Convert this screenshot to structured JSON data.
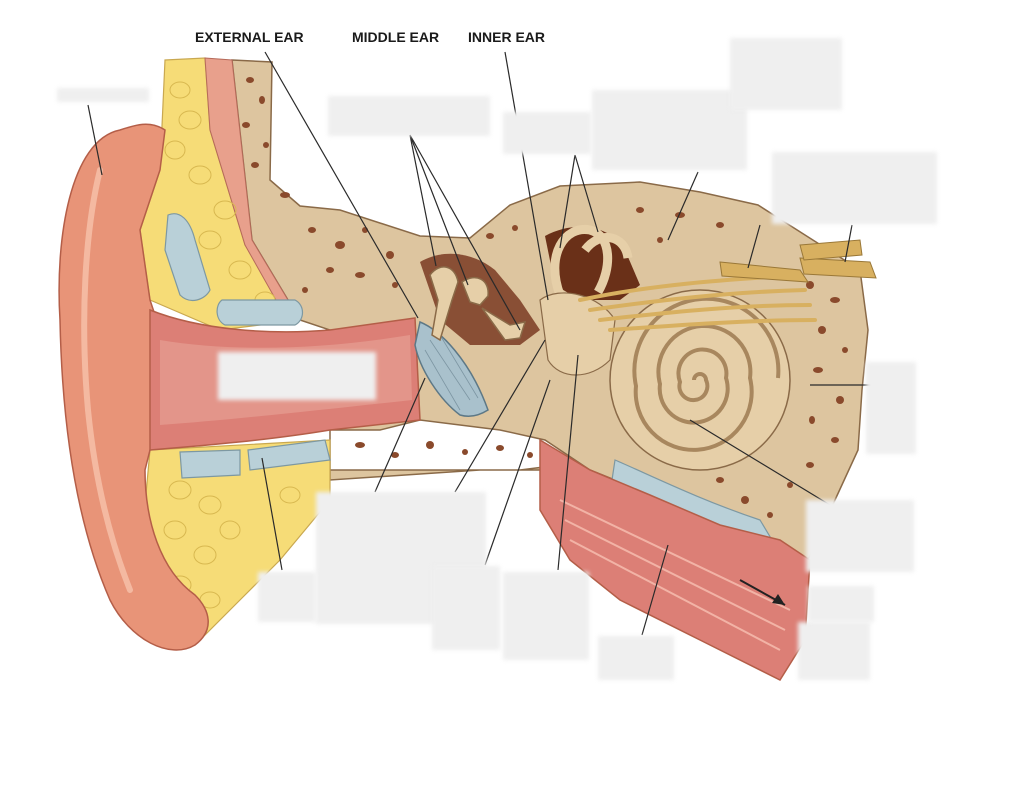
{
  "section_labels": {
    "external": "EXTERNAL EAR",
    "middle": "MIDDLE EAR",
    "inner": "INNER EAR"
  },
  "colors": {
    "skin": "#e89478",
    "skin_light": "#f6c2ab",
    "canal": "#dc7f76",
    "bone": "#ddc59f",
    "bone_hole": "#8a4a2c",
    "fat": "#f6dc77",
    "cartilage": "#b9d0d8",
    "nerve": "#d8b060",
    "cochlea": "#e6cfa8",
    "muscle": "#d77a72",
    "label_cover": "#efefef",
    "leader": "#2a2a2a"
  },
  "hidden_label_count": 16
}
